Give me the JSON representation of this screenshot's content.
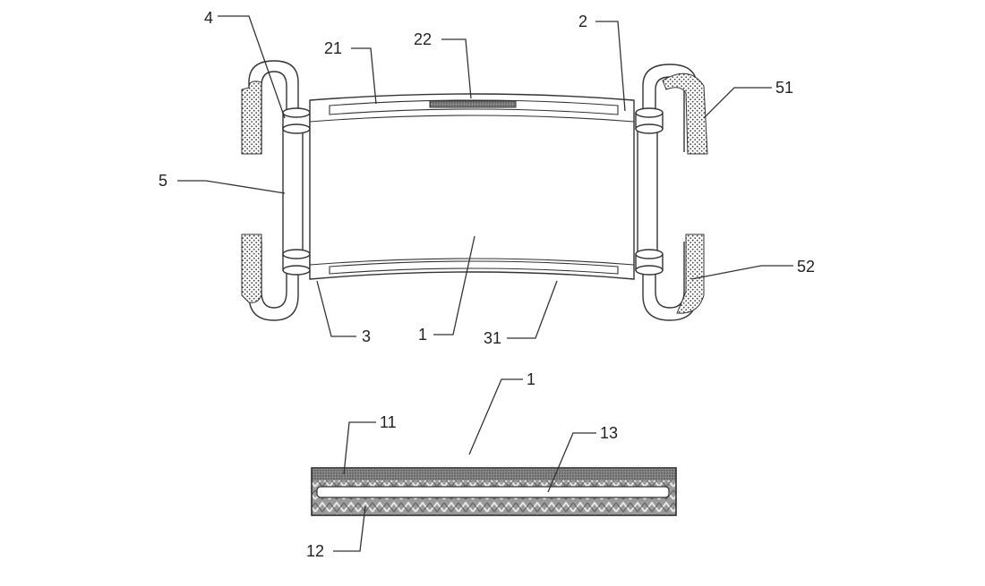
{
  "figure": {
    "labels": {
      "l4": "4",
      "l21": "21",
      "l22": "22",
      "l2": "2",
      "l51": "51",
      "l5": "5",
      "l52": "52",
      "l3": "3",
      "l1_top": "1",
      "l31": "31",
      "l1_bottom": "1",
      "l11": "11",
      "l13": "13",
      "l12": "12"
    }
  }
}
